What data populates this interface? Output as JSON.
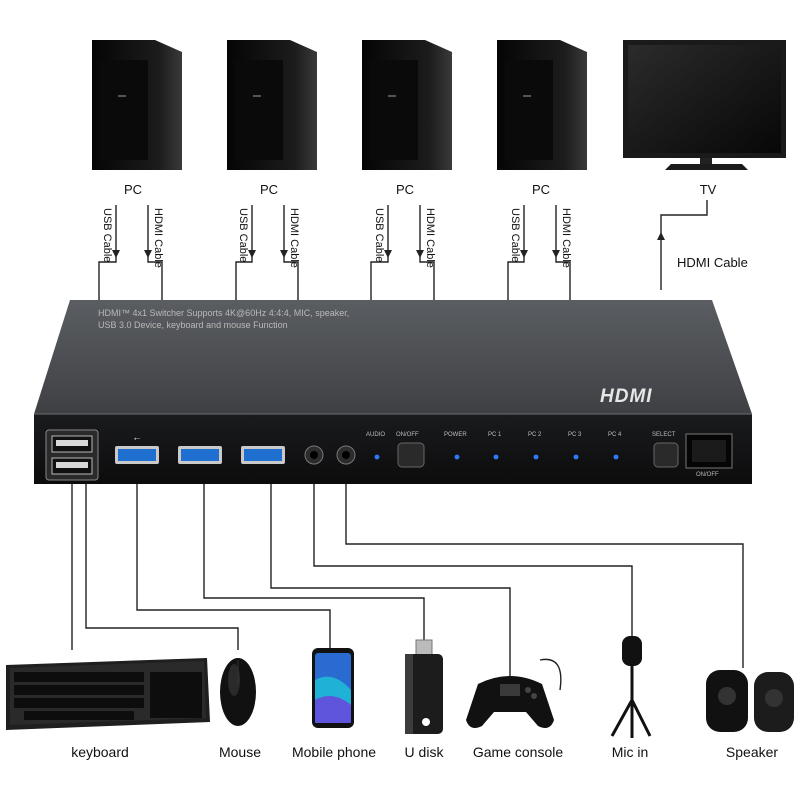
{
  "pc_labels": [
    "PC",
    "PC",
    "PC",
    "PC"
  ],
  "tv_label": "TV",
  "usb_cable_label": "USB Cable",
  "hdmi_cable_label": "HDMI Cable",
  "tv_hdmi_cable_label": "HDMI Cable",
  "switch": {
    "description_line1": "HDMI™ 4x1 Switcher Supports 4K@60Hz 4:4:4, MIC, speaker,",
    "description_line2": "USB 3.0 Device, keyboard and mouse Function",
    "hdmi_logo": "HDMI",
    "front_labels": {
      "audio": "AUDIO",
      "onoff": "ON/OFF",
      "power": "POWER",
      "pc1": "PC 1",
      "pc2": "PC 2",
      "pc3": "PC 3",
      "pc4": "PC 4",
      "select": "SELECT",
      "switch_onoff": "ON/OFF"
    }
  },
  "devices": {
    "keyboard": "keyboard",
    "mouse": "Mouse",
    "mobile": "Mobile phone",
    "udisk": "U disk",
    "console": "Game console",
    "mic": "Mic in",
    "speaker": "Speaker"
  },
  "colors": {
    "chassis": "#3b3d40",
    "led": "#2f7bff",
    "usb3_port": "#1f6fd1"
  }
}
